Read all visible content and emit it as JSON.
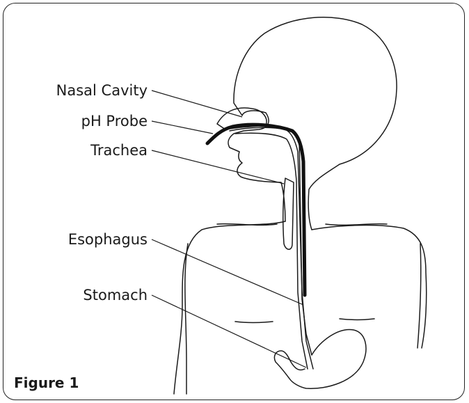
{
  "labels": {
    "nasal_cavity": "Nasal Cavity",
    "ph_probe": "pH Probe",
    "trachea": "Trachea",
    "esophagus": "Esophagus",
    "stomach": "Stomach"
  },
  "caption": "Figure 1"
}
